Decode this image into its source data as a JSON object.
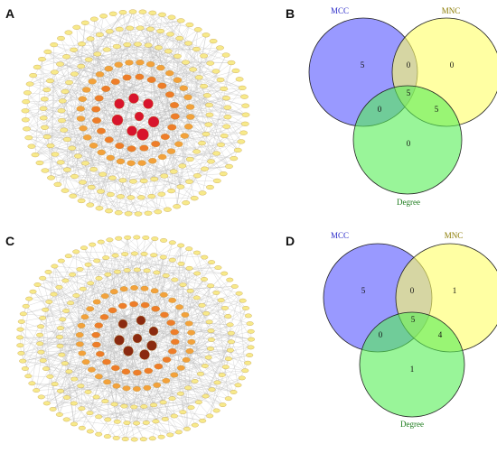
{
  "panels": [
    {
      "letter": "A",
      "type": "network"
    },
    {
      "letter": "B",
      "type": "venn",
      "sets": [
        {
          "name": "MCC",
          "color": "#2b2bc8",
          "fill": "#5555ff"
        },
        {
          "name": "MNC",
          "color": "#8a7a00",
          "fill": "#ffff66"
        },
        {
          "name": "Degree",
          "color": "#1a7a1a",
          "fill": "#55ee55"
        }
      ],
      "regions": {
        "mcc_only": "5",
        "mnc_only": "0",
        "degree_only": "0",
        "mcc_mnc": "0",
        "mcc_degree": "0",
        "mnc_degree": "5",
        "all": "5"
      }
    },
    {
      "letter": "C",
      "type": "network"
    },
    {
      "letter": "D",
      "type": "venn",
      "sets": [
        {
          "name": "MCC",
          "color": "#2b2bc8",
          "fill": "#5555ff"
        },
        {
          "name": "MNC",
          "color": "#8a7a00",
          "fill": "#ffff66"
        },
        {
          "name": "Degree",
          "color": "#1a7a1a",
          "fill": "#55ee55"
        }
      ],
      "regions": {
        "mcc_only": "5",
        "mnc_only": "1",
        "degree_only": "1",
        "mcc_mnc": "0",
        "mcc_degree": "0",
        "mnc_degree": "4",
        "all": "5"
      }
    }
  ],
  "colors": {
    "edge": "#bdbdbd",
    "outer_node": "#f7e98a",
    "mid_node": "#f3a23c",
    "inner_node": "#ee7d2a",
    "core_a": "#d8142c",
    "core_c": "#8a2a10"
  }
}
